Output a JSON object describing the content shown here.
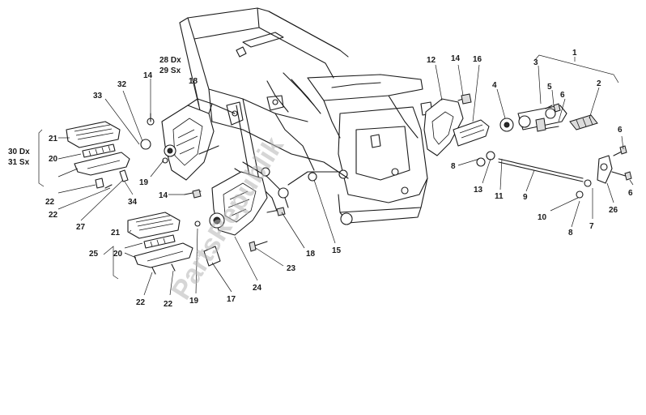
{
  "labels": {
    "l1": "1",
    "l2": "2",
    "l3": "3",
    "l4": "4",
    "l5": "5",
    "l6a": "6",
    "l6b": "6",
    "l6c": "6",
    "l7": "7",
    "l8a": "8",
    "l8b": "8",
    "l9": "9",
    "l10": "10",
    "l11": "11",
    "l12": "12",
    "l13": "13",
    "l14a": "14",
    "l14b": "14",
    "l14c": "14",
    "l15": "15",
    "l16": "16",
    "l17": "17",
    "l18a": "18",
    "l18b": "18",
    "l19a": "19",
    "l19b": "19",
    "l20a": "20",
    "l20b": "20",
    "l21a": "21",
    "l21b": "21",
    "l22a": "22",
    "l22b": "22",
    "l22c": "22",
    "l22d": "22",
    "l23": "23",
    "l24": "24",
    "l25": "25",
    "l26": "26",
    "l27": "27",
    "l28": "28 Dx",
    "l29": "29 Sx",
    "l30": "30 Dx",
    "l31": "31 Sx",
    "l32": "32",
    "l33": "33",
    "l34": "34"
  },
  "watermark": "PartsRepublik"
}
